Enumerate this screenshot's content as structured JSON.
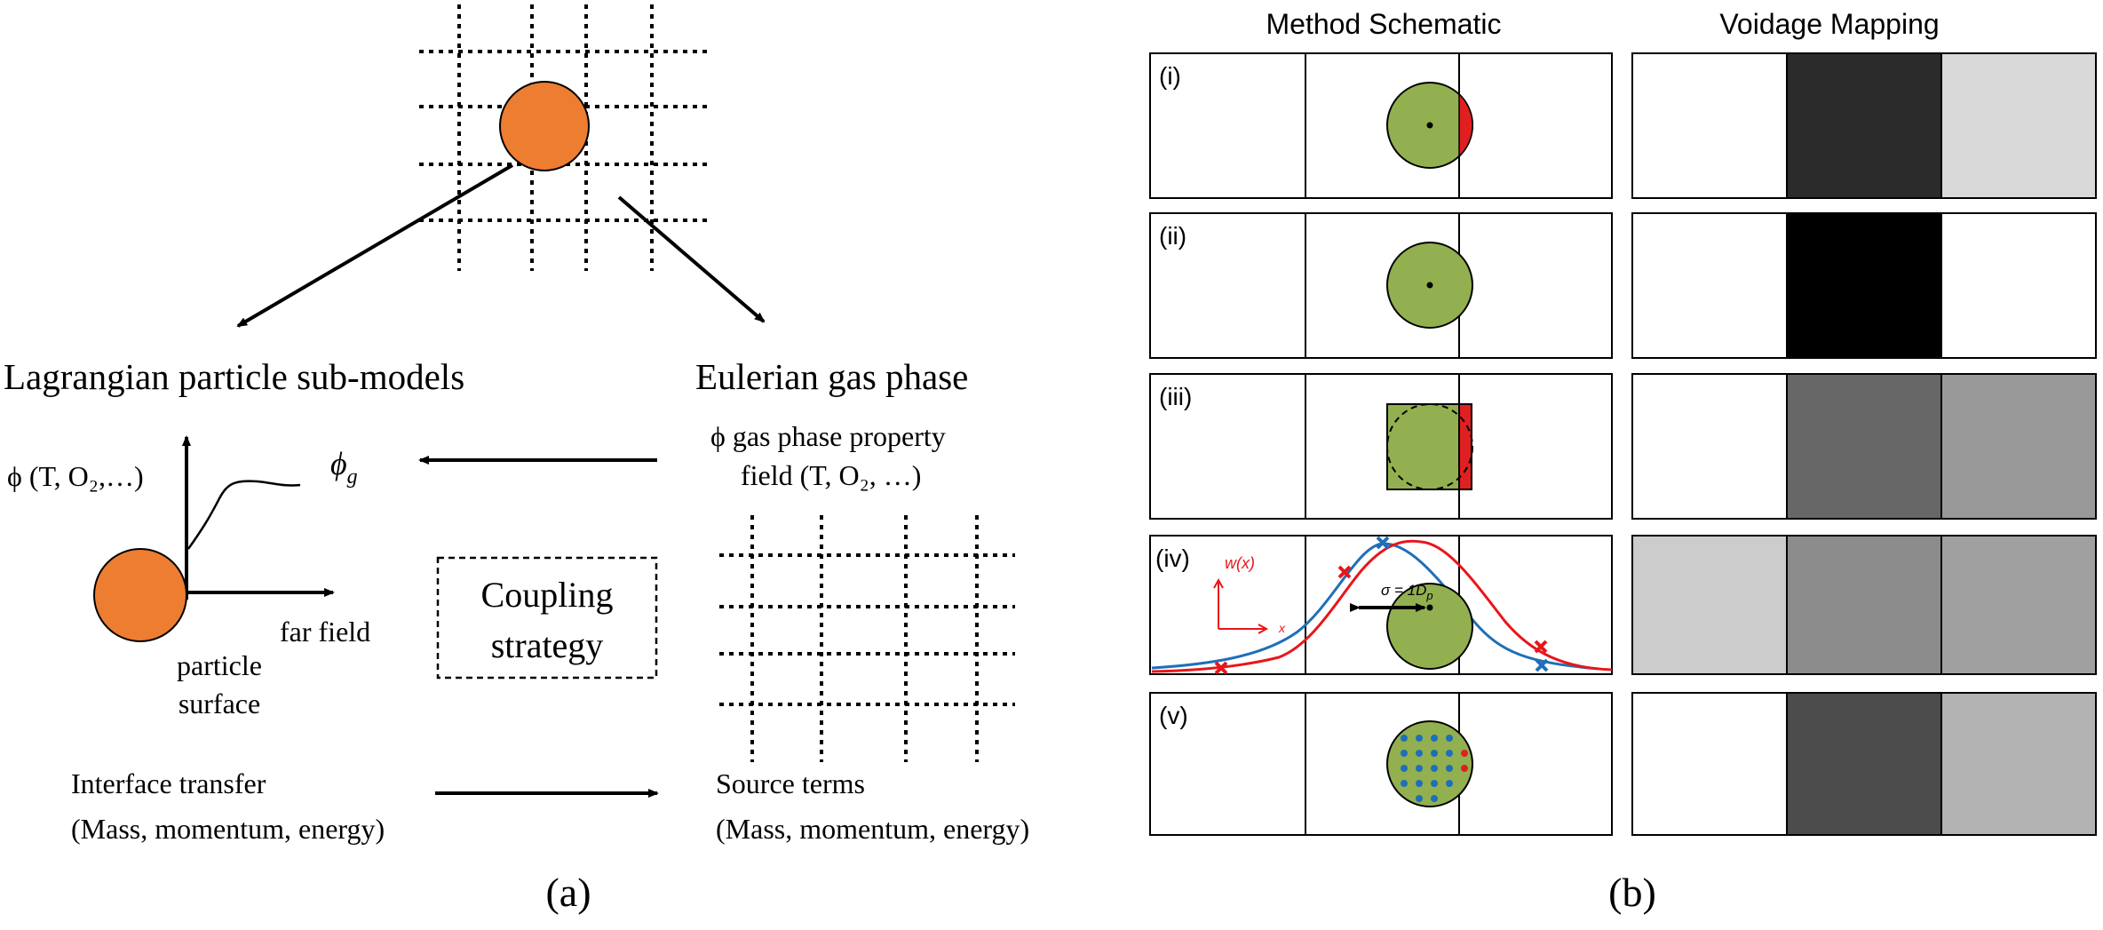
{
  "panel_a": {
    "lagrangian_title": "Lagrangian particle sub-models",
    "eulerian_title": "Eulerian gas phase",
    "phi_axis_label": "ϕ (T, O₂,…)",
    "phi_g": "ϕg",
    "gas_property_line1": "ϕ gas phase property",
    "gas_property_line2": "field (T, O₂, …)",
    "far_field": "far field",
    "particle_surface_line1": "particle",
    "particle_surface_line2": "surface",
    "coupling_line1": "Coupling",
    "coupling_line2": "strategy",
    "interface_line1": "Interface transfer",
    "interface_line2": "(Mass, momentum, energy)",
    "source_line1": "Source terms",
    "source_line2": "(Mass, momentum, energy)",
    "caption": "(a)"
  },
  "panel_b": {
    "col1_header": "Method Schematic",
    "col2_header": "Voidage Mapping",
    "rows": [
      {
        "label": "(i)",
        "voidage_cells": [
          "#ffffff",
          "#2b2b2b",
          "#d9d9d9"
        ]
      },
      {
        "label": "(ii)",
        "voidage_cells": [
          "#ffffff",
          "#000000",
          "#ffffff"
        ]
      },
      {
        "label": "(iii)",
        "voidage_cells": [
          "#ffffff",
          "#676767",
          "#999999"
        ]
      },
      {
        "label": "(iv)",
        "voidage_cells": [
          "#cccccc",
          "#8c8c8c",
          "#a0a0a0"
        ]
      },
      {
        "label": "(v)",
        "voidage_cells": [
          "#ffffff",
          "#4c4c4c",
          "#b3b3b3"
        ]
      }
    ],
    "weight_label": "w(x)",
    "x_label": "x",
    "sigma_label": "σ = 1D",
    "sigma_sub": "p",
    "caption": "(b)"
  },
  "colors": {
    "particle_orange": "#ed7d31",
    "particle_green": "#92b050",
    "overlap_red": "#e02020",
    "curve_red": "#e8161b",
    "curve_blue": "#1f6fb8",
    "marker_dot_blue": "#1f6fb8"
  }
}
